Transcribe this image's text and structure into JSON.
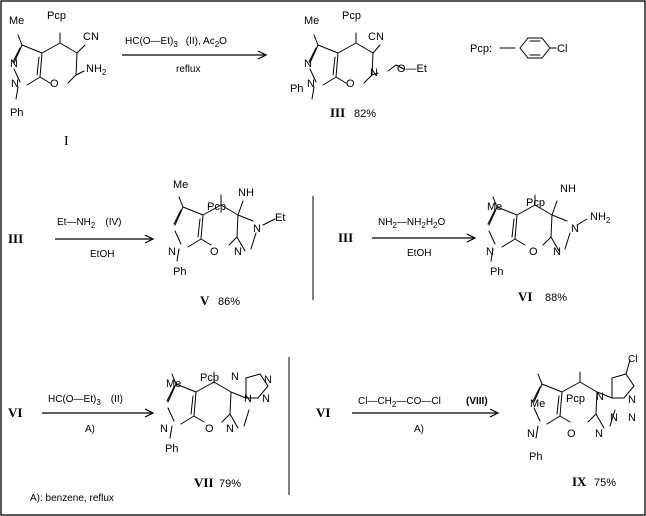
{
  "compounds": {
    "I": {
      "label": "I"
    },
    "III": {
      "label": "III",
      "yield": "82%"
    },
    "V": {
      "label": "V",
      "yield": "86%"
    },
    "VI": {
      "label": "VI",
      "yield": "88%"
    },
    "VII": {
      "label": "VII",
      "yield": "79%"
    },
    "IX": {
      "label": "IX",
      "yield": "75%"
    }
  },
  "atoms": {
    "me": "Me",
    "pcp": "Pcp",
    "cn": "CN",
    "n": "N",
    "o": "O",
    "nh": "NH",
    "nh2": "NH",
    "two": "2",
    "ph": "Ph",
    "et": "Et",
    "o_et": "O—Et",
    "cl": "Cl"
  },
  "pcp_definition": {
    "label": "Pcp:",
    "substituent": "Cl"
  },
  "reactions": {
    "r1": {
      "reagent": "HC(O—Et)",
      "sub": "3",
      "tail": "(II), Ac",
      "sub2": "2",
      "tail2": "O",
      "condition": "reflux"
    },
    "r2": {
      "reagent": "Et—NH",
      "sub": "2",
      "tail": "(IV)",
      "condition": "EtOH",
      "start": "III"
    },
    "r3": {
      "reagent": "NH",
      "sub": "2",
      "mid": "—NH",
      "sub2": "2",
      "mid2": "H",
      "sub3": "2",
      "tail": "O",
      "condition": "EtOH",
      "start": "III"
    },
    "r4": {
      "reagent": "HC(O—Et)",
      "sub": "3",
      "tail": "(II)",
      "condition": "A)",
      "start": "VI"
    },
    "r5": {
      "reagent": "Cl—CH",
      "sub": "2",
      "tail": "—CO—Cl",
      "label": "(VIII)",
      "condition": "A)",
      "start": "VI"
    }
  },
  "footnote": "A): benzene, reflux"
}
